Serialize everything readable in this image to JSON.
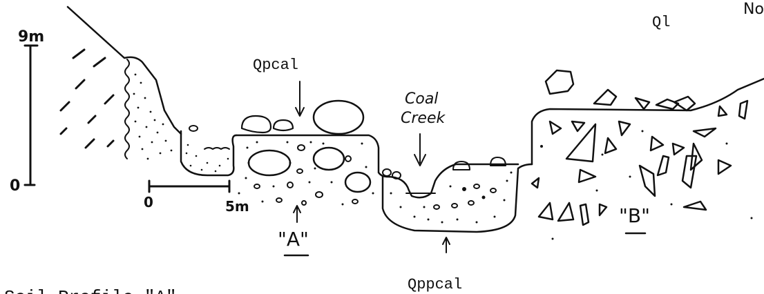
{
  "scale_bar_vertical": {
    "top_label": "9m",
    "bottom_label": "0"
  },
  "scale_bar_horizontal": {
    "left_label": "0",
    "right_label": "5m"
  },
  "labels": {
    "qpcal": "Qpcal",
    "coal_creek_line1": "Coal",
    "coal_creek_line2": "Creek",
    "ql": "Ql",
    "ql_partial": "No",
    "a": "\"A\"",
    "b": "\"B\"",
    "qppcal": "Qppcal",
    "soil_profile": "Soil Profile \"A\""
  }
}
